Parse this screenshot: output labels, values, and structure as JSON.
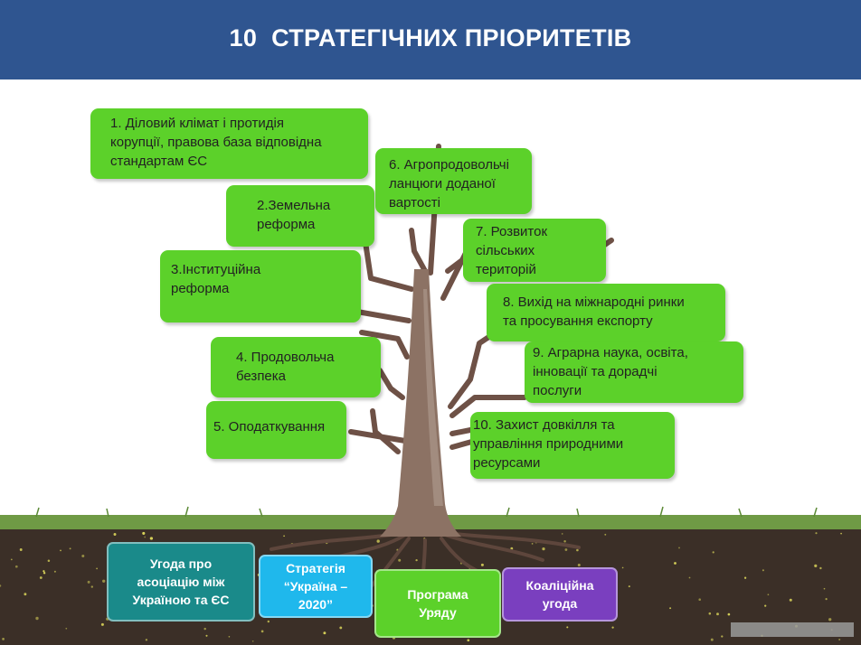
{
  "title": {
    "number": "10",
    "text": "СТРАТЕГІЧНИХ ПРІОРИТЕТІВ"
  },
  "colors": {
    "header": "#2f5590",
    "leaf": "#5cd12a",
    "trunk": "#8c7264",
    "branch": "#6e5146",
    "soil": "#3b2f27",
    "grass": "#6f9a45",
    "teal": "#1a8a8a",
    "cyan": "#1fb8ec",
    "green": "#5cd12a",
    "purple": "#7a3fbf"
  },
  "priorities": [
    "1. Діловий клімат і протидія\nкорупції, правова база відповідна\nстандартам ЄС",
    "2.Земельна\n     реформа",
    "3.Інституційна\n     реформа",
    "4. Продовольча\n     безпека",
    "5. Оподаткування",
    "6. Агропродовольчі\nланцюги доданої\nвартості",
    "7.   Розвиток\n     сільських\n     територій",
    "8. Вихід на міжнародні ринки\n     та просування експорту",
    "9. Аграрна наука, освіта,\n     інновації та дорадчі\n     послуги",
    "10. Захист довкілля та\n     управління природними\n     ресурсами"
  ],
  "foundations": [
    "Угода про\nасоціацію  між\nУкраїною  та ЄС",
    "Стратегія\n“Україна –\n2020”",
    "Програма\nУряду",
    "Коаліційна\nугода"
  ]
}
